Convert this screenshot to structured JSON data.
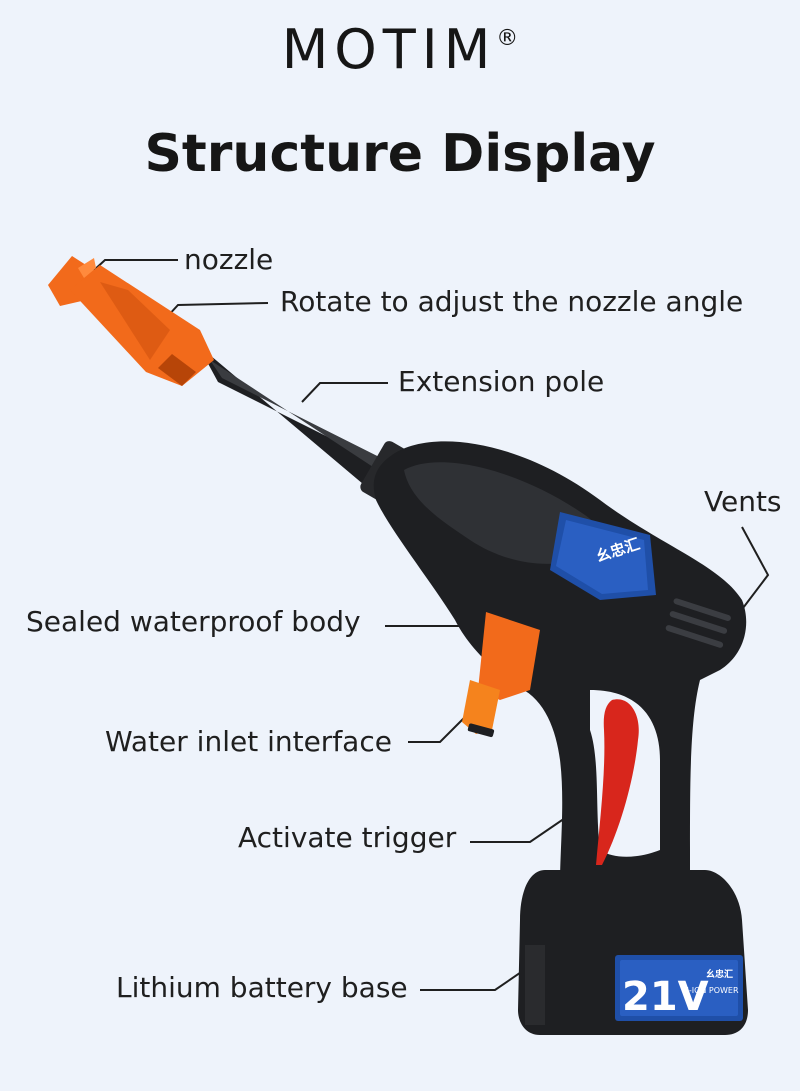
{
  "brand": {
    "name": "MOTIM",
    "registered_mark": "®"
  },
  "title": "Structure Display",
  "labels": {
    "nozzle": "nozzle",
    "rotate": "Rotate to adjust the nozzle angle",
    "extension": "Extension pole",
    "vents": "Vents",
    "sealed": "Sealed waterproof body",
    "inlet": "Water inlet interface",
    "trigger": "Activate trigger",
    "battery": "Lithium battery base"
  },
  "product": {
    "badge_text": "幺忠汇",
    "battery_voltage": "21V",
    "battery_sub": "LI-ION POWER",
    "battery_logo": "幺忠汇"
  },
  "colors": {
    "background": "#eef3fb",
    "body": "#1e1f22",
    "accent_orange": "#f26a1b",
    "accent_blue": "#1f4fa8",
    "trigger_red": "#d8261c"
  }
}
